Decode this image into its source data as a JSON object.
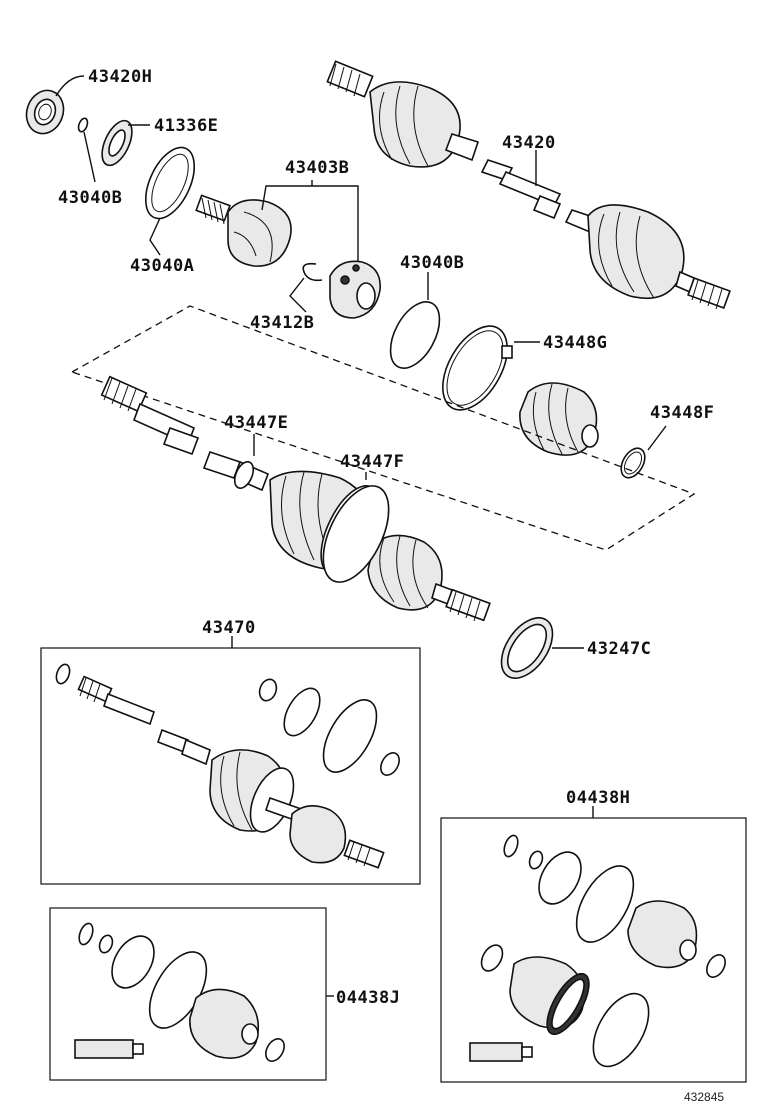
{
  "labels": {
    "p43420H": "43420H",
    "p41336E": "41336E",
    "p43040B_left": "43040B",
    "p43040A": "43040A",
    "p43403B": "43403B",
    "p43412B": "43412B",
    "p43420": "43420",
    "p43040B_mid": "43040B",
    "p43448G": "43448G",
    "p43448F": "43448F",
    "p43447E": "43447E",
    "p43447F": "43447F",
    "p43470": "43470",
    "p43247C": "43247C",
    "p04438H": "04438H",
    "p04438J": "04438J"
  },
  "figure_number": "432845"
}
